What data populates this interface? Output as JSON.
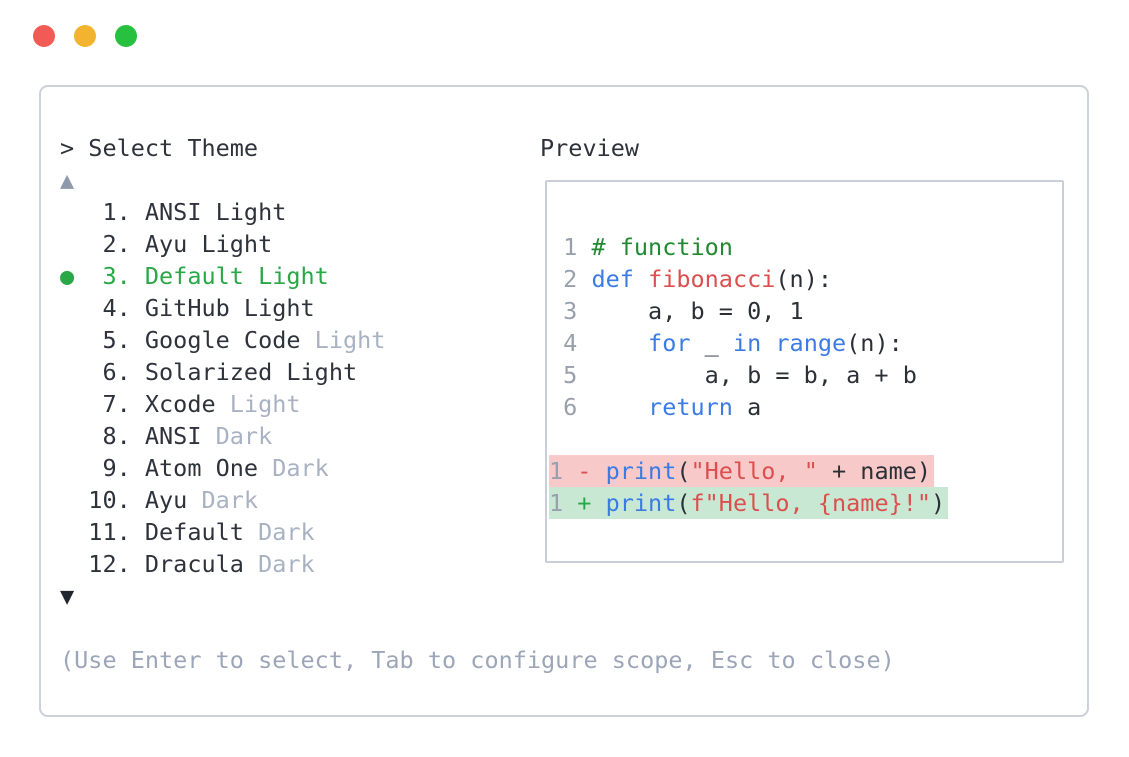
{
  "window": {
    "controls": [
      "close",
      "minimize",
      "zoom"
    ],
    "dot_colors": {
      "close": "#f25b55",
      "minimize": "#f2b42f",
      "zoom": "#28c13f"
    }
  },
  "prompt": {
    "text": "> Select Theme"
  },
  "scroll": {
    "up_symbol": "▲",
    "down_symbol": "▼"
  },
  "theme_list": {
    "selected_bullet": "●",
    "selected_index": 3,
    "items": [
      {
        "num": "1",
        "name": "ANSI",
        "variant": "Light",
        "variant_dim": false,
        "selected": false
      },
      {
        "num": "2",
        "name": "Ayu",
        "variant": "Light",
        "variant_dim": false,
        "selected": false
      },
      {
        "num": "3",
        "name": "Default",
        "variant": "Light",
        "variant_dim": false,
        "selected": true
      },
      {
        "num": "4",
        "name": "GitHub",
        "variant": "Light",
        "variant_dim": false,
        "selected": false
      },
      {
        "num": "5",
        "name": "Google Code",
        "variant": "Light",
        "variant_dim": true,
        "selected": false
      },
      {
        "num": "6",
        "name": "Solarized",
        "variant": "Light",
        "variant_dim": false,
        "selected": false
      },
      {
        "num": "7",
        "name": "Xcode",
        "variant": "Light",
        "variant_dim": true,
        "selected": false
      },
      {
        "num": "8",
        "name": "ANSI",
        "variant": "Dark",
        "variant_dim": true,
        "selected": false
      },
      {
        "num": "9",
        "name": "Atom One",
        "variant": "Dark",
        "variant_dim": true,
        "selected": false
      },
      {
        "num": "10",
        "name": "Ayu",
        "variant": "Dark",
        "variant_dim": true,
        "selected": false
      },
      {
        "num": "11",
        "name": "Default",
        "variant": "Dark",
        "variant_dim": true,
        "selected": false
      },
      {
        "num": "12",
        "name": "Dracula",
        "variant": "Dark",
        "variant_dim": true,
        "selected": false
      }
    ]
  },
  "preview": {
    "label": "Preview",
    "code_lines": [
      {
        "num": " 1 ",
        "tokens": [
          [
            "# function",
            "comment"
          ]
        ]
      },
      {
        "num": " 2 ",
        "tokens": [
          [
            "def",
            "kw"
          ],
          [
            " ",
            "plain"
          ],
          [
            "fibonacci",
            "fn"
          ],
          [
            "(n):",
            "plain"
          ]
        ]
      },
      {
        "num": " 3 ",
        "tokens": [
          [
            "    a, b = 0, 1",
            "plain"
          ]
        ]
      },
      {
        "num": " 4 ",
        "tokens": [
          [
            "    ",
            "plain"
          ],
          [
            "for",
            "kw"
          ],
          [
            " _ ",
            "plain"
          ],
          [
            "in",
            "kw"
          ],
          [
            " ",
            "plain"
          ],
          [
            "range",
            "kw"
          ],
          [
            "(n):",
            "plain"
          ]
        ]
      },
      {
        "num": " 5 ",
        "tokens": [
          [
            "        a, b = b, a + b",
            "plain"
          ]
        ]
      },
      {
        "num": " 6 ",
        "tokens": [
          [
            "    ",
            "plain"
          ],
          [
            "return",
            "kw"
          ],
          [
            " a",
            "plain"
          ]
        ]
      },
      {
        "num": "",
        "tokens": []
      },
      {
        "num": "1",
        "diff": "del",
        "sign": " - ",
        "tokens": [
          [
            "print",
            "kw"
          ],
          [
            "(",
            "plain"
          ],
          [
            "\"Hello, \"",
            "str"
          ],
          [
            " + name)",
            "plain"
          ]
        ]
      },
      {
        "num": "1",
        "diff": "add",
        "sign": " + ",
        "tokens": [
          [
            "print",
            "kw"
          ],
          [
            "(",
            "plain"
          ],
          [
            "f\"Hello, {name}!\"",
            "str"
          ],
          [
            ")",
            "plain"
          ]
        ]
      }
    ]
  },
  "footer": {
    "hint": "(Use Enter to select, Tab to configure scope, Esc to close)"
  },
  "colors": {
    "selected_green": "#2aa746",
    "dim_gray": "#a9b2c3",
    "hint_gray": "#9ca6b8",
    "text_dark": "#2e333b",
    "panel_border": "#cbd0d9",
    "preview_border": "#c9cfd8",
    "line_number": "#98a0ac",
    "syntax_keyword": "#3c7be4",
    "syntax_function": "#dc4f4f",
    "syntax_string": "#dc4f4f",
    "syntax_comment": "#208a30",
    "diff_del_bg": "#f8c9c9",
    "diff_add_bg": "#c9e8d3"
  }
}
